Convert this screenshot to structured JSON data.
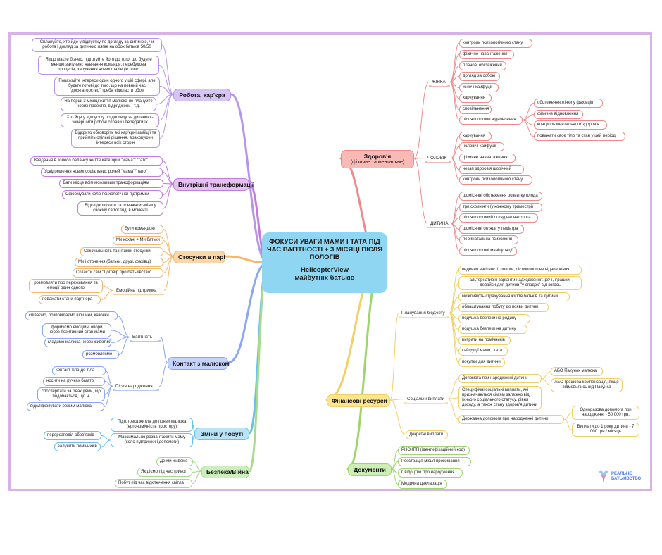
{
  "center": {
    "title": "ФОКУСИ УВАГИ МАМИ І ТАТА ПІД ЧАС ВАГІТНОСТІ + 3 МІСЯЦІ ПІСЛЯ ПОЛОГІВ",
    "brand": "HelicopterView",
    "subtitle": "майбутніх батьків"
  },
  "logo": {
    "text": "РЕАЛЬНЕ БАТЬКІВСТВО"
  },
  "colors": {
    "work": "#b894e8",
    "inner": "#c37be0",
    "couple": "#f4b86a",
    "contact": "#8aa6f4",
    "life": "#6bc0e8",
    "safety": "#a6dc8c",
    "health": "#f08a8a",
    "finance": "#f2d066",
    "docs": "#9ed66b",
    "center": "#8fd6f3"
  },
  "branches": {
    "work": {
      "label": "Робота, кар'єра",
      "items": [
        "Сплануйте, хто йде у відпустку по догляду за дитиною, чи робота і догляд за дитиною лягає на обох батьків 50/50",
        "Якщо маєте бізнес, підготуйте його до того, що будете менше залучені: навчання команди, перебудова процесів, залучення нових фахівців тощо",
        "Поважайте інтереси один одного у цій сфері, але будьте готові до того, що на певний час \"досягаторство\" треба відкласти обом",
        "На перші 3 місяці життя малюка не плануйте нових проектів, відряджень і т.д.",
        "Хто йде у відпустку по догляду за дитиною - завершити робочі справи і передати їх",
        "Відкрито обговоріть всі кар'єрні амбіції та прийміть спільні рішення, враховуючи інтереси всіх сторін"
      ]
    },
    "inner": {
      "label": "Внутрішні трансформації",
      "items": [
        "Введення в колесо балансу життя категорій \"мама\"/ \"тато\"",
        "Усвідомлення нових соціальних ролей \"мама\"/\"тато\"",
        "Дати місце всім можливим трансформаціям",
        "Сформувати коло психологічної підтримки",
        "Відслідковувати та поважати зміни у своєму світогляді в моменті"
      ]
    },
    "couple": {
      "label": "Стосунки в парі",
      "items": [
        "Бути командою",
        "Ми кохані ≠ Ми батьки",
        "Сексуальність та інтимні стосунки",
        "Ми і оточення (батьки, друзі, фахівці)",
        "Скласти свій \"Договір про батьківство\""
      ],
      "emotional": {
        "label": "Емоційна підтримка",
        "items": [
          "розмовляти про переживання та емоції один одного",
          "поважати стани партнера"
        ]
      }
    },
    "contact": {
      "label": "Контакт з малюком",
      "pregnancy": {
        "label": "Вагітність",
        "items": [
          "співаємо, розповідаємо віршики, казочки",
          "формуємо емоційні опори через позитивний стан мами",
          "гладимо малюка через животик",
          "розмовляємо"
        ]
      },
      "after": {
        "label": "Після народження",
        "items": [
          "контакт тіло-до-тіла",
          "носити на ручках багато",
          "спостерігати за реакціями, що подобається, що ні",
          "відслідковувати режим малюка"
        ]
      }
    },
    "life": {
      "label": "Зміни у побуті",
      "items": [
        "Підготовка житла до появи малюка (ергономічність простору)",
        "Максимально розвантажити маму (коло підтримки і допомоги)"
      ],
      "subitems": [
        "перерозподіл обов'язків",
        "залучити помічників"
      ]
    },
    "safety": {
      "label": "Безпека/Війна",
      "items": [
        "Де ми живемо",
        "Як діємо під час тривог",
        "Побут під час відключення світла"
      ]
    },
    "health": {
      "label": "Здоров'я",
      "sub": "(фізичне та ментальне)",
      "woman": {
        "label": "ЖІНКА",
        "items": [
          "контроль психологічного стану",
          "фізичне навантаження",
          "планові обстеження",
          "догляд за собою",
          "жіночі кайфуції",
          "харчування",
          "сповільнення",
          "післяпологове відновлення"
        ],
        "recovery": [
          "обстеження жінки у фахівців",
          "фізичне відновлення",
          "контроль ментального здоров'я",
          "поважати своє тіло та стан у цей період"
        ]
      },
      "man": {
        "label": "ЧОЛОВІК",
        "items": [
          "харчування",
          "чоловічі кайфуції",
          "фізичне навантаження",
          "чекап здоров'я щорічний",
          "контроль психологічного стану"
        ]
      },
      "child": {
        "label": "ДИТИНА",
        "items": [
          "щомісячні обстеження розвитку плода",
          "три скринінги (у кожному триместрі)",
          "післяпологовий огляд неонатолога",
          "щомісячні огляди у педіатра",
          "перинатальна психологія",
          "післяпологові маніпуляції"
        ]
      }
    },
    "finance": {
      "label": "Фінансові ресурси",
      "budget": {
        "label": "Планування бюджету",
        "items": [
          "ведення вагітності, пологи, післяпологове відновлення",
          "альтернативні варіанти надходження: речі, іграшки, девайси для дитини \"у спадок\" від когось",
          "можливість страхування життя батьків та дитини",
          "облаштування побуту до появи дитини",
          "подушка безпеки на родину",
          "подушка безпеки на дитину",
          "витрати на помічників",
          "кайфуції мами і тата",
          "покупки для дитини"
        ]
      },
      "social": {
        "label": "Соціальні виплати",
        "birth": "Допомога при народженні дитини",
        "birth_options": [
          "АБО Пакунок малюка",
          "АБО грошова компенсація, якщо відмовились від Пакунка"
        ],
        "specific": "Специфічні соціальні виплати, які призначаються сім'ям залежно від їхнього соціального статусу, рівня доходу, а також стану здоров'я дитини",
        "state": "Державна допомога при народженні дитини",
        "state_items": [
          "Одноразова допомога при народженні - 50 000 грн.",
          "Виплати до 1 року дитини - 7 000 грн./ місяць"
        ]
      },
      "decree": "Декретні виплати"
    },
    "docs": {
      "label": "Документи",
      "items": [
        "РНОКПП (ідентифікаційний код)",
        "Реєстрація місця проживання",
        "Свідоцтво про народження",
        "Медична декларація"
      ]
    }
  }
}
